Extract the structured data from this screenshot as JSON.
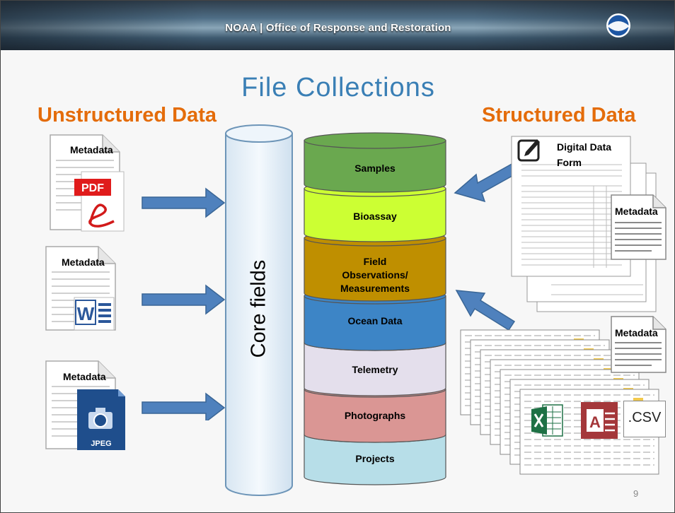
{
  "header": {
    "banner_text": "NOAA | Office of Response and Restoration"
  },
  "title": "File Collections",
  "unstructured": {
    "heading": "Unstructured Data",
    "files": [
      {
        "metadata_label": "Metadata",
        "type_label": "PDF"
      },
      {
        "metadata_label": "Metadata",
        "type_label": "W"
      },
      {
        "metadata_label": "Metadata",
        "type_label": "JPEG"
      }
    ]
  },
  "core_fields_label": "Core fields",
  "collections": [
    "Samples",
    "Bioassay",
    "Field Observations/ Measurements",
    "Ocean Data",
    "Telemetry",
    "Photographs",
    "Projects"
  ],
  "structured": {
    "heading": "Structured Data",
    "form_label": "Digital Data Form",
    "form_metadata": "Metadata",
    "sheet_metadata": "Metadata",
    "csv_label": ".CSV",
    "access_label": "A"
  },
  "page_number": "9",
  "colors": {
    "accent_orange": "#e46c0a",
    "title_blue": "#3a7fb5",
    "arrow_blue": "#4f81bd",
    "disk_samples": "#6aa84f",
    "disk_bioassay": "#ccff33",
    "disk_field": "#bf8f00",
    "disk_ocean": "#3d85c6",
    "disk_telemetry": "#e4dfec",
    "disk_photographs": "#da9694",
    "disk_projects": "#b7dee8"
  }
}
